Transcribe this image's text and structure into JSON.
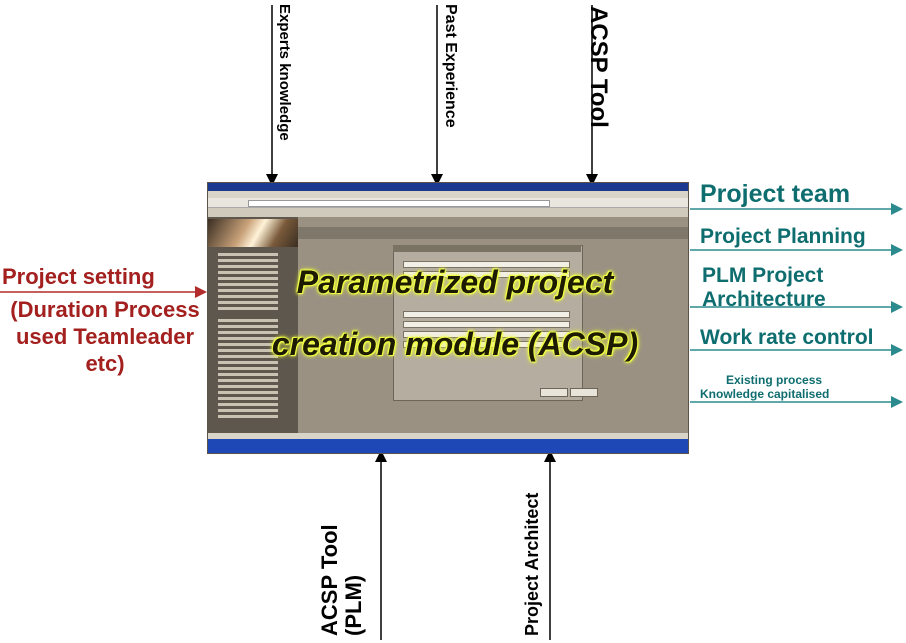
{
  "top_labels": {
    "experts": "Experts knowledge",
    "past": "Past Experience",
    "acsp_tool": "ACSP Tool"
  },
  "left": {
    "title": "Project setting",
    "body": "(Duration Process used Teamleader etc)"
  },
  "right_labels": {
    "team": "Project team",
    "planning": "Project Planning",
    "plm_line1": "PLM Project",
    "plm_line2": "Architecture",
    "work_rate": "Work rate control",
    "existing_line1": "Existing process",
    "existing_line2": "Knowledge capitalised"
  },
  "center": {
    "line1": "Parametrized project",
    "line2": "creation module (ACSP)"
  },
  "bottom_labels": {
    "acsp_plm_line1": "ACSP Tool",
    "acsp_plm_line2": "(PLM)",
    "architect": "Project Architect"
  },
  "colors": {
    "left_text": "#a3201f",
    "right_text": "#0e6d6e",
    "right_arrow": "#2b8a8e",
    "left_arrow": "#b32b2a",
    "overlay_glow": "#f3ff4a"
  }
}
